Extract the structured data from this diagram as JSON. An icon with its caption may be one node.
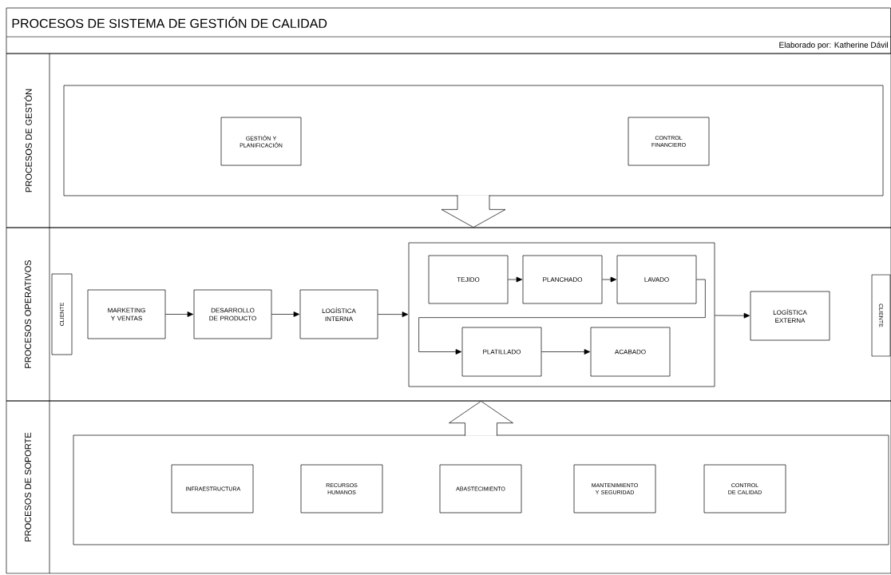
{
  "diagram": {
    "title": "PROCESOS DE SISTEMA DE GESTIÓN DE CALIDAD",
    "nodes": [
      {
        "text": [
          "PROCESOS DE GESTÓN"
        ]
      },
      {
        "text": [],
        "shape": "box",
        "in": 0
      },
      {
        "text": [
          "GESTIÓN Y PLANIFICACIÓN"
        ],
        "in": 1
      },
      {
        "text": [
          "CONTROL FINANCIERO"
        ],
        "in": 1
      },
      {
        "text": [
          "PROCESOS OPERATIVOS"
        ]
      },
      {
        "text": [
          "CLIENTE"
        ],
        "in": 4
      },
      {
        "text": [
          "MARKETING Y VENTAS"
        ],
        "in": 4
      },
      {
        "text": [
          "DESARROLLO DE PRODUCTO"
        ],
        "in": 4
      },
      {
        "text": [
          "LOGÍSTICA INTERNA"
        ],
        "in": 4
      },
      {
        "text": [],
        "shape": "box",
        "in": 4
      },
      {
        "text": [
          "TEJIDO"
        ],
        "in": 9
      },
      {
        "text": [
          "PLANCHADO"
        ],
        "in": 9
      },
      {
        "text": [
          "LAVADO"
        ],
        "in": 9
      },
      {
        "text": [
          "PLATILLADO"
        ],
        "in": 9
      },
      {
        "text": [
          "ACABADO"
        ],
        "in": 9
      },
      {
        "text": [
          "LOGÍSTICA EXTERNA"
        ],
        "in": 4
      },
      {
        "text": [
          "CLIENTE"
        ],
        "in": 4
      },
      {
        "text": [
          "PROCESOS DE SOPORTE"
        ]
      },
      {
        "text": [],
        "shape": "box",
        "in": 17
      },
      {
        "text": [
          "INFRAESTRUCTURA"
        ],
        "in": 18
      },
      {
        "text": [
          "RECURSOS HUMANOS"
        ],
        "in": 18
      },
      {
        "text": [
          "ABASTECIMIENTO"
        ],
        "in": 18
      },
      {
        "text": [
          "MANTENIMIENTO Y SEGURIDAD"
        ],
        "in": 18
      },
      {
        "text": [
          "CONTROL DE CALIDAD"
        ],
        "in": 18
      }
    ],
    "edges": [
      {
        "from": 6,
        "to": 7,
        "arrow": "to"
      },
      {
        "from": 7,
        "to": 8,
        "arrow": "to"
      },
      {
        "from": 8,
        "to": 9,
        "arrow": "to"
      },
      {
        "from": 10,
        "to": 11,
        "arrow": "to"
      },
      {
        "from": 11,
        "to": 12,
        "arrow": "to"
      },
      {
        "from": 12,
        "to": 13,
        "arrow": "to"
      },
      {
        "from": 13,
        "to": 14,
        "arrow": "to"
      },
      {
        "from": 9,
        "to": 15,
        "arrow": "to"
      },
      {
        "from": 1,
        "to": 4,
        "arrow": "to"
      },
      {
        "from": 18,
        "to": 4,
        "arrow": "to"
      }
    ],
    "labels": [
      "Elaborado por: Katherine Dávil"
    ]
  }
}
